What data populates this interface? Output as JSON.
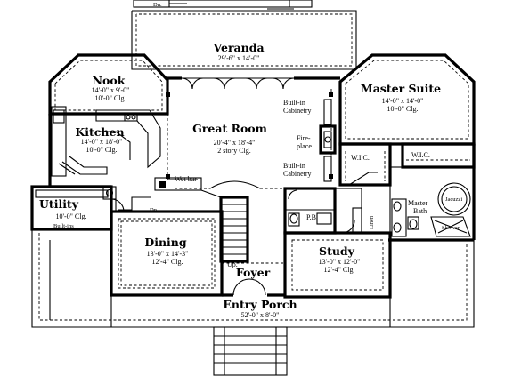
{
  "rooms": {
    "veranda": {
      "name": "Veranda",
      "size": "29'-6\" x 14'-0\""
    },
    "nook": {
      "name": "Nook",
      "size": "14'-0\" x 9'-0\"",
      "ceiling": "10'-0\" Clg."
    },
    "kitchen": {
      "name": "Kitchen",
      "size": "14'-0\" x 18'-0\"",
      "ceiling": "10'-0\" Clg."
    },
    "great_room": {
      "name": "Great Room",
      "size": "20'-4\" x 18'-4\"",
      "ceiling": "2 story Clg."
    },
    "master_suite": {
      "name": "Master Suite",
      "size": "14'-0\" x 14'-0\"",
      "ceiling": "10'-0\" Clg."
    },
    "utility": {
      "name": "Utility",
      "ceiling": "10'-0\" Clg.",
      "extra": "Built-ins"
    },
    "dining": {
      "name": "Dining",
      "size": "13'-0\" x 14'-3\"",
      "ceiling": "12'-4\" Clg."
    },
    "study": {
      "name": "Study",
      "size": "13'-0\" x 12'-0\"",
      "ceiling": "12'-4\" Clg."
    },
    "foyer": {
      "name": "Foyer"
    },
    "entry_porch": {
      "name": "Entry Porch",
      "size": "52'-0\" x 8'-0\""
    }
  },
  "annotations": {
    "dn_top": "Dn.",
    "dn_stair": "Dn.",
    "up": "Up.",
    "built_in_upper_1": "Built-in",
    "built_in_upper_2": "Cabinetry",
    "built_in_lower_1": "Built-in",
    "built_in_lower_2": "Cabinetry",
    "fireplace_1": "Fire-",
    "fireplace_2": "place",
    "wet_bar": "Wet bar",
    "wic_left": "W.I.C.",
    "wic_right": "W.I.C.",
    "master_bath_1": "Master",
    "master_bath_2": "Bath",
    "pb": "P.B.",
    "linen": "Linen",
    "jacuzzi": "Jacuzzi",
    "shower": "Shower"
  }
}
